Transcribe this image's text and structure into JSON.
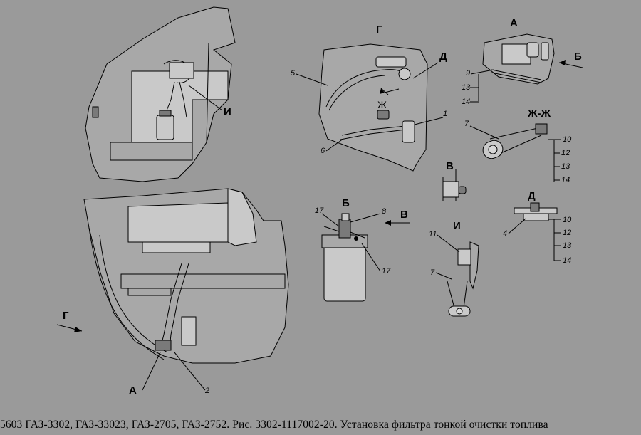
{
  "caption": "5603 ГАЗ-3302, ГАЗ-33023, ГАЗ-2705, ГАЗ-2752. Рис. 3302-1117002-20. Установка фильтра тонкой очистки топлива",
  "views": {
    "top_left_label": "И",
    "center_top_label": "Г",
    "center_d_label": "Д",
    "center_zh_label": "Ж",
    "right_top_label": "А",
    "right_top_arrow_label": "Б",
    "section_zh": "Ж-Ж",
    "view_v": "В",
    "view_d": "Д",
    "view_b": "Б",
    "view_b_arrow": "В",
    "view_i": "И",
    "bottom_arrow_g": "Г",
    "bottom_a": "А"
  },
  "callouts": {
    "c1": "1",
    "c2": "2",
    "c4": "4",
    "c5": "5",
    "c6": "6",
    "c7a": "7",
    "c7b": "7",
    "c8": "8",
    "c9": "9",
    "c10a": "10",
    "c10b": "10",
    "c11": "11",
    "c12a": "12",
    "c12b": "12",
    "c13a": "13",
    "c13b": "13",
    "c13c": "13",
    "c14a": "14",
    "c14b": "14",
    "c14c": "14",
    "c17a": "17",
    "c17b": "17"
  }
}
